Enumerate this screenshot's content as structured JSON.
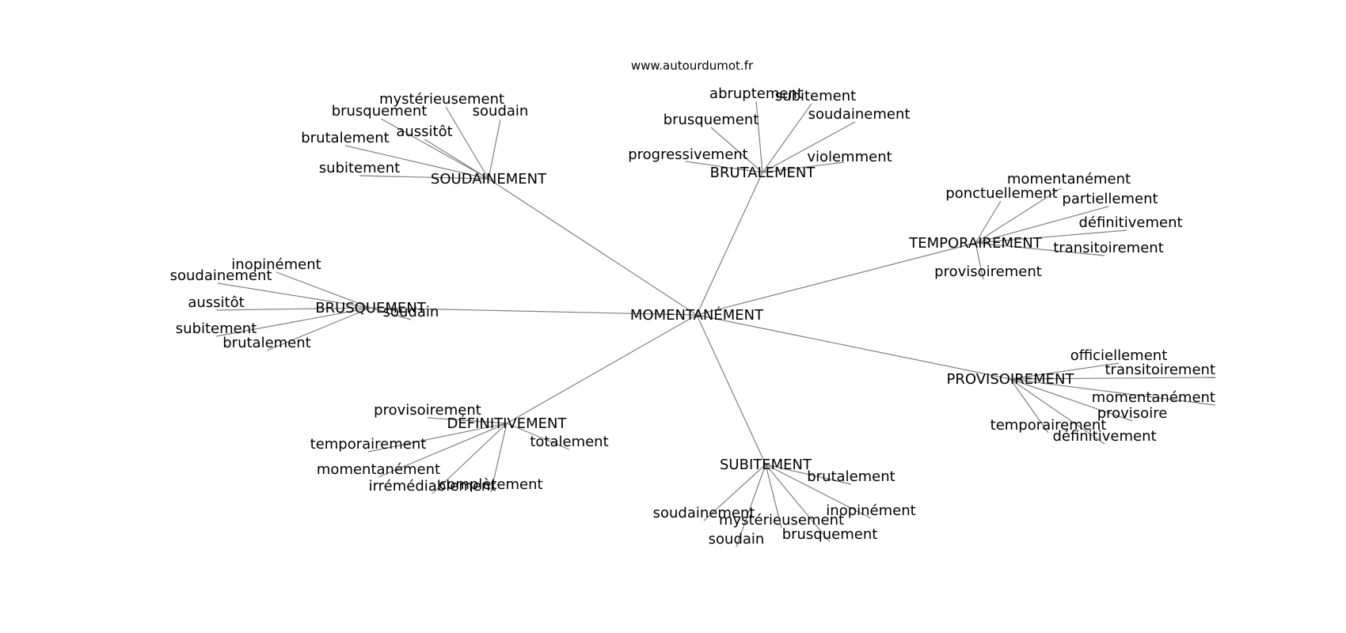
{
  "watermark": "www.autourdumot.fr",
  "colors": {
    "edge": "#808080",
    "text": "#000000",
    "background": "#ffffff"
  },
  "center": "MOMENTANÉMENT",
  "hubs": [
    {
      "label": "SOUDAINEMENT",
      "leaves": [
        "mystérieusement",
        "brusquement",
        "soudain",
        "aussitôt",
        "brutalement",
        "subitement"
      ]
    },
    {
      "label": "BRUTALEMENT",
      "leaves": [
        "abruptement",
        "subitement",
        "brusquement",
        "soudainement",
        "progressivement",
        "violemment"
      ]
    },
    {
      "label": "TEMPORAIREMENT",
      "leaves": [
        "momentanément",
        "ponctuellement",
        "partiellement",
        "définitivement",
        "transitoirement",
        "provisoirement"
      ]
    },
    {
      "label": "BRUSQUEMENT",
      "leaves": [
        "inopinément",
        "soudainement",
        "aussitôt",
        "soudain",
        "subitement",
        "brutalement"
      ]
    },
    {
      "label": "PROVISOIREMENT",
      "leaves": [
        "officiellement",
        "transitoirement",
        "momentanément",
        "provisoire",
        "temporairement",
        "définitivement"
      ]
    },
    {
      "label": "DÉFINITIVEMENT",
      "leaves": [
        "provisoirement",
        "temporairement",
        "totalement",
        "momentanément",
        "irrémédiablement",
        "complètement"
      ]
    },
    {
      "label": "SUBITEMENT",
      "leaves": [
        "brutalement",
        "soudainement",
        "inopinément",
        "mystérieusement",
        "brusquement",
        "soudain"
      ]
    }
  ]
}
